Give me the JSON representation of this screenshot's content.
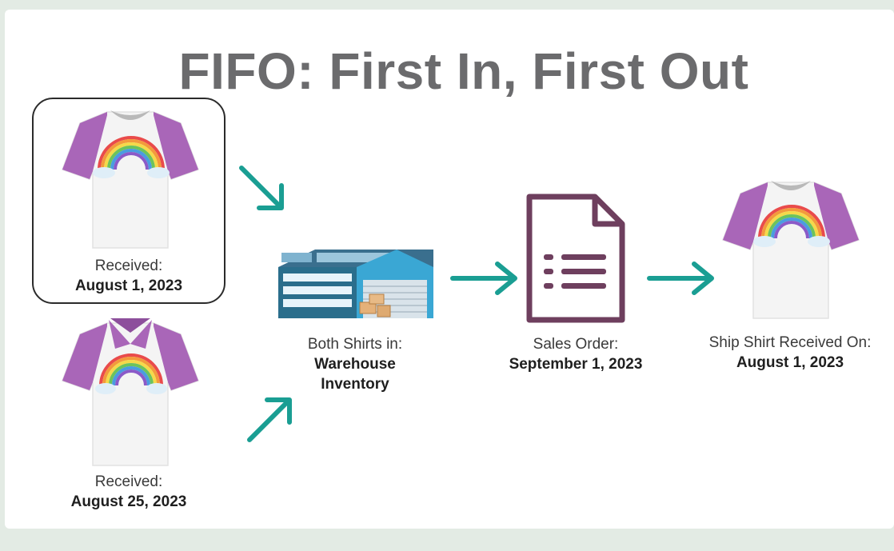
{
  "title": "FIFO: First In, First Out",
  "shirt_top": {
    "caption": "Received:",
    "date": "August 1, 2023"
  },
  "shirt_bottom": {
    "caption": "Received:",
    "date": "August 25, 2023"
  },
  "warehouse": {
    "caption": "Both Shirts in:",
    "line1": "Warehouse",
    "line2": "Inventory"
  },
  "sales_order": {
    "caption": "Sales Order:",
    "date": "September 1, 2023"
  },
  "ship": {
    "caption": "Ship Shirt Received On:",
    "date": "August 1, 2023"
  },
  "colors": {
    "title": "#6b6b6d",
    "arrow": "#1a9e93",
    "sleeve": "#a966b8",
    "document": "#6e3f5e",
    "warehouse": "#3aa7d4"
  },
  "icons": [
    "tshirt-icon",
    "polo-shirt-icon",
    "warehouse-icon",
    "document-icon",
    "arrow-icon"
  ]
}
